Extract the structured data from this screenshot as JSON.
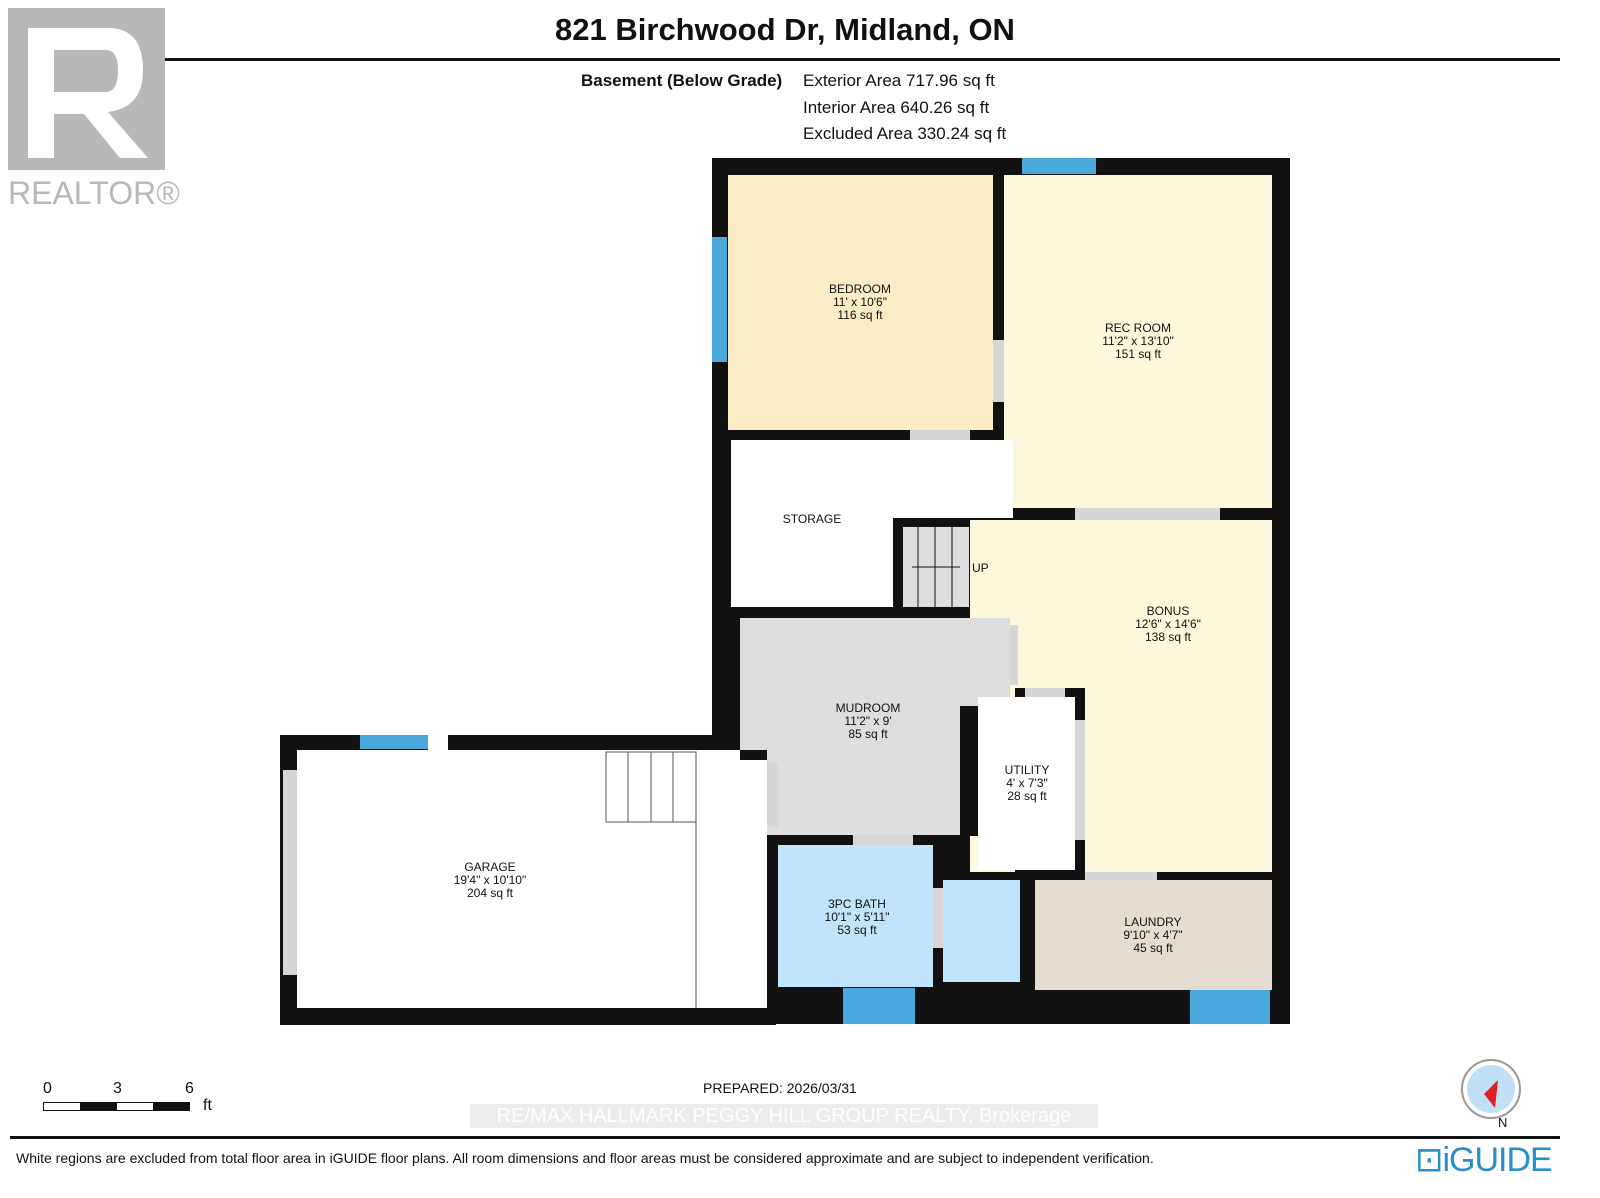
{
  "header": {
    "title": "821 Birchwood Dr, Midland, ON"
  },
  "floor": {
    "name": "Basement (Below Grade)",
    "exterior": "Exterior Area 717.96 sq ft",
    "interior": "Interior Area 640.26 sq ft",
    "excluded": "Excluded Area 330.24 sq ft"
  },
  "logo": {
    "text": "REALTOR®"
  },
  "rooms": [
    {
      "name": "BEDROOM",
      "dims": "11' x 10'6\"",
      "area": "116 sq ft",
      "color": "#faecc5"
    },
    {
      "name": "REC ROOM",
      "dims": "11'2\" x 13'10\"",
      "area": "151 sq ft",
      "color": "#fdf8dc"
    },
    {
      "name": "STORAGE"
    },
    {
      "name": "BONUS",
      "dims": "12'6\" x 14'6\"",
      "area": "138 sq ft",
      "color": "#fdf8dc"
    },
    {
      "name": "MUDROOM",
      "dims": "11'2\" x 9'",
      "area": "85 sq ft",
      "color": "#dedede"
    },
    {
      "name": "UTILITY",
      "dims": "4' x 7'3\"",
      "area": "28 sq ft"
    },
    {
      "name": "GARAGE",
      "dims": "19'4\" x 10'10\"",
      "area": "204 sq ft"
    },
    {
      "name": "3PC BATH",
      "dims": "10'1\" x 5'11\"",
      "area": "53 sq ft",
      "color": "#c0e4fb"
    },
    {
      "name": "LAUNDRY",
      "dims": "9'10\" x 4'7\"",
      "area": "45 sq ft",
      "color": "#e5ddd2"
    }
  ],
  "stairs_label": "UP",
  "scale": {
    "ticks": [
      "0",
      "3",
      "6"
    ],
    "unit": "ft"
  },
  "prepared": "PREPARED: 2026/03/31",
  "watermark": "RE/MAX HALLMARK PEGGY HILL GROUP REALTY, Brokerage",
  "compass": "N",
  "disclaimer": "White regions are excluded from total floor area in iGUIDE floor plans. All room dimensions and floor areas must be considered approximate and are subject to independent verification.",
  "brand": "iGUIDE",
  "colors": {
    "wall": "#111111",
    "window": "#4aa8dc",
    "door": "#d6d6d6"
  }
}
